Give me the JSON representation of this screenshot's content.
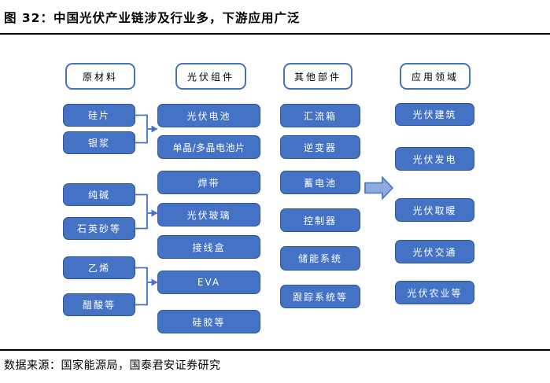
{
  "title": "图 32：中国光伏产业链涉及行业多，下游应用广泛",
  "source": "数据来源：国家能源局，国泰君安证券研究",
  "colors": {
    "node_fill": "#4472C4",
    "node_border": "#2F5597",
    "header_border": "#4472C4",
    "block_arrow_fill": "#8FAADC",
    "connector": "#4472C4"
  },
  "columns": [
    {
      "header": "原材料",
      "items": [
        "硅片",
        "银浆",
        "纯碱",
        "石英砂等",
        "乙烯",
        "醋酸等"
      ]
    },
    {
      "header": "光伏组件",
      "items": [
        "光伏电池",
        "单晶/多晶电池片",
        "焊带",
        "光伏玻璃",
        "接线盒",
        "EVA",
        "硅胶等"
      ]
    },
    {
      "header": "其他部件",
      "items": [
        "汇流箱",
        "逆变器",
        "蓄电池",
        "控制器",
        "储能系统",
        "跟踪系统等"
      ]
    },
    {
      "header": "应用领域",
      "items": [
        "光伏建筑",
        "光伏发电",
        "光伏取暖",
        "光伏交通",
        "光伏农业等"
      ]
    }
  ],
  "edges": [
    {
      "from": [
        "硅片",
        "银浆"
      ],
      "to": "光伏组件",
      "style": "bracket-arrow"
    },
    {
      "from": [
        "纯碱",
        "石英砂等"
      ],
      "to": "光伏玻璃",
      "style": "bracket-arrow"
    },
    {
      "from": [
        "乙烯",
        "醋酸等"
      ],
      "to": "EVA",
      "style": "bracket-arrow"
    },
    {
      "from": [
        "其他部件"
      ],
      "to": "应用领域",
      "style": "block-arrow"
    }
  ]
}
